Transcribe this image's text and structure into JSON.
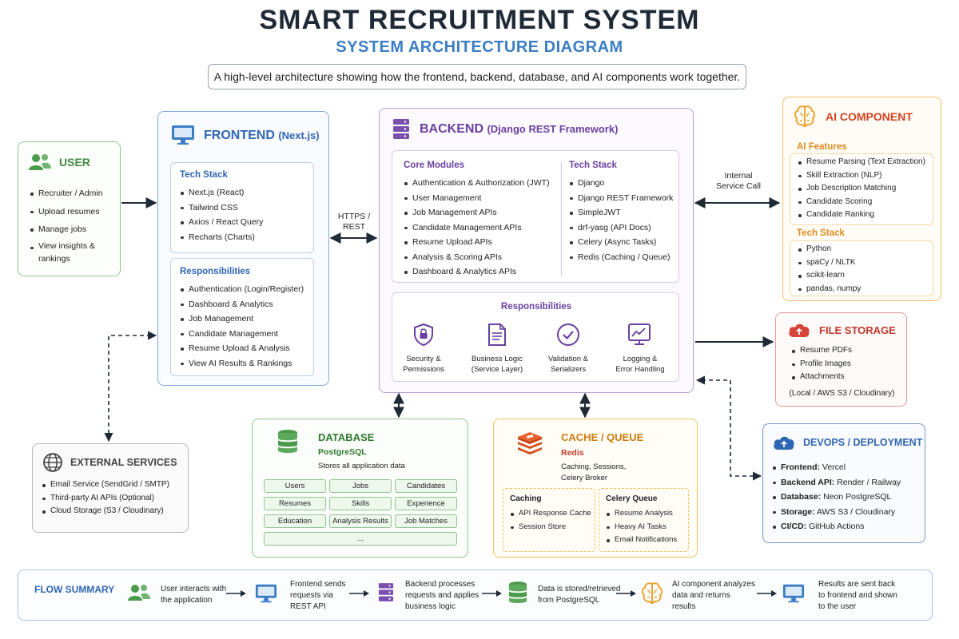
{
  "header": {
    "title": "SMART RECRUITMENT SYSTEM",
    "subtitle": "SYSTEM ARCHITECTURE DIAGRAM",
    "description": "A high-level architecture showing how the frontend, backend, database, and AI components work together."
  },
  "user": {
    "title": "USER",
    "items": [
      "Recruiter / Admin",
      "Upload resumes",
      "Manage jobs",
      "View insights &",
      "rankings"
    ]
  },
  "frontend": {
    "title": "FRONTEND",
    "tech_suffix": "(Next.js)",
    "tech_stack_title": "Tech Stack",
    "tech_stack": [
      "Next.js (React)",
      "Tailwind CSS",
      "Axios / React Query",
      "Recharts (Charts)"
    ],
    "responsibilities_title": "Responsibilities",
    "responsibilities": [
      "Authentication (Login/Register)",
      "Dashboard & Analytics",
      "Job Management",
      "Candidate Management",
      "Resume Upload & Analysis",
      "View AI Results & Rankings"
    ]
  },
  "backend": {
    "title": "BACKEND",
    "tech_suffix": "(Django REST Framework)",
    "core_title": "Core Modules",
    "core_modules": [
      "Authentication & Authorization (JWT)",
      "User Management",
      "Job Management APIs",
      "Candidate Management APIs",
      "Resume Upload APIs",
      "Analysis & Scoring APIs",
      "Dashboard & Analytics APIs"
    ],
    "tech_title": "Tech Stack",
    "tech_stack": [
      "Django",
      "Django REST Framework",
      "SimpleJWT",
      "drf-yasg (API Docs)",
      "Celery (Async Tasks)",
      "Redis (Caching / Queue)"
    ],
    "responsibilities_title": "Responsibilities",
    "responsibilities": [
      {
        "line1": "Security &",
        "line2": "Permissions"
      },
      {
        "line1": "Business Logic",
        "line2": "(Service Layer)"
      },
      {
        "line1": "Validation &",
        "line2": "Serializers"
      },
      {
        "line1": "Logging &",
        "line2": "Error Handling"
      }
    ]
  },
  "connectors": {
    "https_line1": "HTTPS /",
    "https_line2": "REST",
    "internal_line1": "Internal",
    "internal_line2": "Service Call"
  },
  "ai": {
    "title": "AI COMPONENT",
    "features_title": "AI Features",
    "features": [
      "Resume Parsing (Text Extraction)",
      "Skill Extraction (NLP)",
      "Job Description Matching",
      "Candidate Scoring",
      "Candidate Ranking"
    ],
    "tech_title": "Tech Stack",
    "tech_stack": [
      "Python",
      "spaCy / NLTK",
      "scikit-learn",
      "pandas, numpy"
    ]
  },
  "file_storage": {
    "title": "FILE STORAGE",
    "items": [
      "Resume PDFs",
      "Profile Images",
      "Attachments"
    ],
    "footer": "(Local / AWS S3 / Cloudinary)"
  },
  "external": {
    "title": "EXTERNAL SERVICES",
    "items": [
      "Email Service (SendGrid / SMTP)",
      "Third-party AI APIs (Optional)",
      "Cloud Storage (S3 / Cloudinary)"
    ]
  },
  "database": {
    "title": "DATABASE",
    "engine": "PostgreSQL",
    "description": "Stores all application data",
    "tables": [
      "Users",
      "Jobs",
      "Candidates",
      "Resumes",
      "Skills",
      "Experience",
      "Education",
      "Analysis Results",
      "Job Matches",
      "..."
    ]
  },
  "cache": {
    "title": "CACHE / QUEUE",
    "engine": "Redis",
    "desc_line1": "Caching, Sessions,",
    "desc_line2": "Celery Broker",
    "caching_title": "Caching",
    "caching_items": [
      "API Response Cache",
      "Session Store"
    ],
    "queue_title": "Celery Queue",
    "queue_items": [
      "Resume Analysis",
      "Heavy AI Tasks",
      "Email Notifications"
    ]
  },
  "devops": {
    "title": "DEVOPS / DEPLOYMENT",
    "items": [
      {
        "label": "Frontend:",
        "value": "Vercel"
      },
      {
        "label": "Backend API:",
        "value": "Render / Railway"
      },
      {
        "label": "Database:",
        "value": "Neon PostgreSQL"
      },
      {
        "label": "Storage:",
        "value": "AWS S3 / Cloudinary"
      },
      {
        "label": "CI/CD:",
        "value": "GitHub Actions"
      }
    ]
  },
  "flow": {
    "title": "FLOW SUMMARY",
    "steps": [
      {
        "line1": "User interacts with",
        "line2": "the application",
        "line3": ""
      },
      {
        "line1": "Frontend sends",
        "line2": "requests via",
        "line3": "REST API"
      },
      {
        "line1": "Backend processes",
        "line2": "requests and applies",
        "line3": "business logic"
      },
      {
        "line1": "Data is stored/retrieved",
        "line2": "from PostgreSQL",
        "line3": ""
      },
      {
        "line1": "AI component analyzes",
        "line2": "data and returns",
        "line3": "results"
      },
      {
        "line1": "Results are sent back",
        "line2": "to frontend and shown",
        "line3": "to the user"
      }
    ]
  },
  "colors": {
    "user": "#4a9a4a",
    "frontend": "#3b7dc4",
    "backend": "#7a4fae",
    "ai": "#f0a430",
    "file_storage": "#d6443a",
    "external": "#555555",
    "database": "#4a9a4a",
    "cache": "#e8a232",
    "devops": "#2f66b3"
  }
}
